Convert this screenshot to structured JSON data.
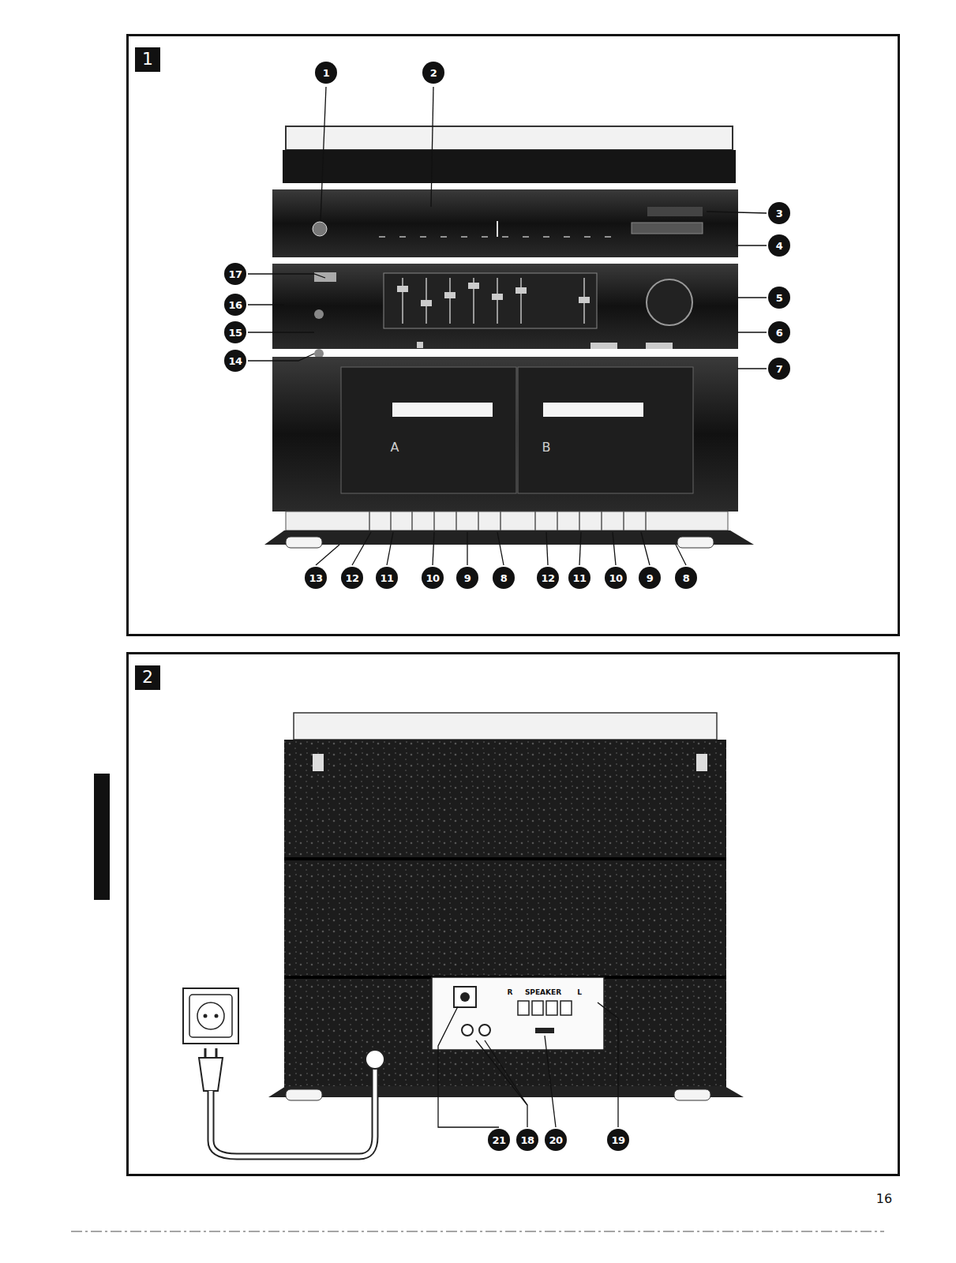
{
  "diagram": {
    "nodes": [
      {
        "text": [
          "1"
        ]
      },
      {
        "text": [
          "2"
        ]
      }
    ],
    "labels": [
      "1",
      "2",
      "3",
      "4",
      "17",
      "5",
      "16",
      "15",
      "6",
      "14",
      "7",
      "13",
      "12",
      "11",
      "10",
      "9",
      "8",
      "12",
      "11",
      "10",
      "9",
      "8",
      "A",
      "B",
      "21",
      "18",
      "20",
      "19",
      "R",
      "SPEAKER",
      "L",
      "16"
    ]
  }
}
